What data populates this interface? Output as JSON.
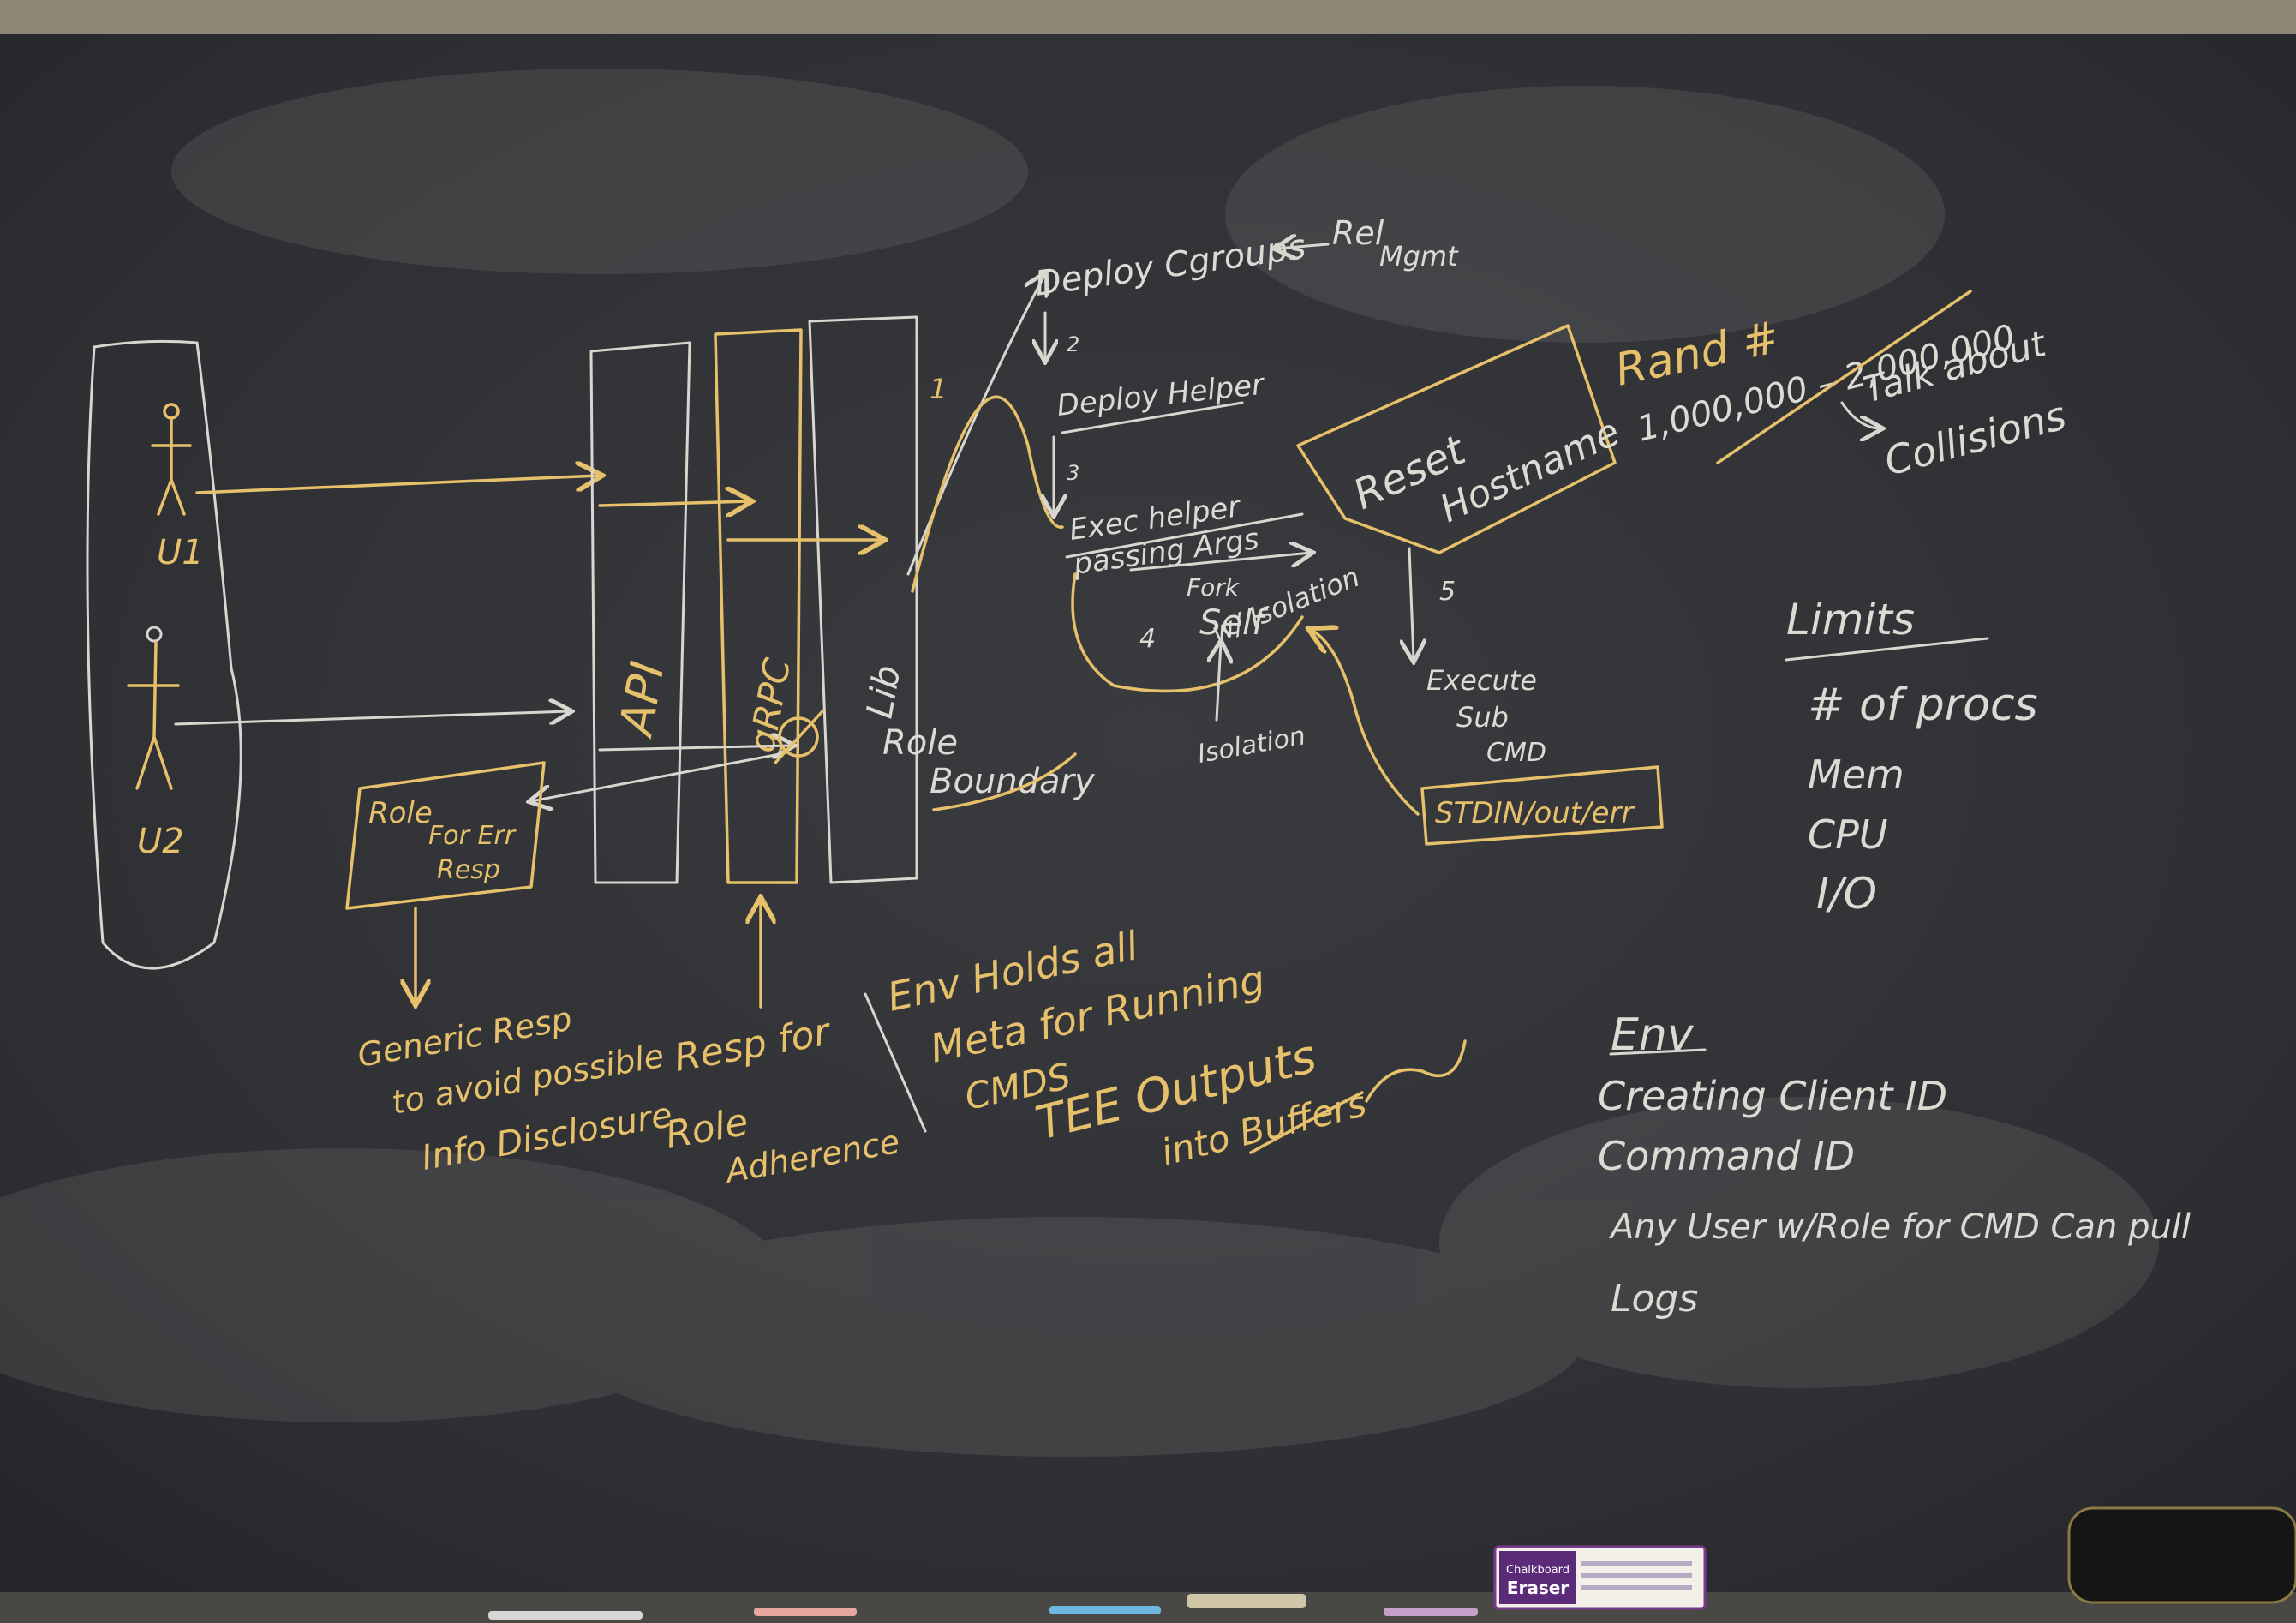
{
  "board": {
    "users": [
      "U1",
      "U2"
    ],
    "columns": [
      "API",
      "gRPC",
      "Lib"
    ],
    "role_box": [
      "Role",
      "For Err",
      "Resp"
    ],
    "generic_resp": [
      "Generic Resp",
      "to avoid possible",
      "Info Disclosure"
    ],
    "resp_for": [
      "Resp for",
      "Role",
      "Adherence"
    ],
    "role_boundary": [
      "Role",
      "Boundary"
    ],
    "env_holds": [
      "Env Holds all",
      "Meta for Running",
      "CMDS"
    ],
    "tee_outputs": [
      "TEE Outputs",
      "into Buffers"
    ],
    "flow": {
      "deploy_cgroups": "Deploy Cgroups",
      "rel_mgmt": [
        "Rel",
        "Mgmt"
      ],
      "deploy_helper": "Deploy Helper",
      "exec_helper": [
        "Exec helper",
        "passing Args"
      ],
      "fork_self": [
        "Fork",
        "Self"
      ],
      "isolation": "w/ Isolation",
      "isolation_label": "Isolation",
      "reset_hostname": [
        "Reset",
        "Hostname"
      ],
      "execute_sub": [
        "Execute",
        "Sub",
        "CMD"
      ],
      "stdio": "STDIN/out/err",
      "step_numbers": [
        "1",
        "2",
        "3",
        "4",
        "5"
      ]
    },
    "rand": {
      "title": "Rand #",
      "range": "1,000,000 – 2,000,000",
      "note": [
        "Talk about",
        "Collisions"
      ]
    },
    "limits": {
      "title": "Limits",
      "items": [
        "# of procs",
        "Mem",
        "CPU",
        "I/O"
      ]
    },
    "env": {
      "title": "Env",
      "items": [
        "Creating Client ID",
        "Command ID",
        "Any User w/Role for CMD Can pull",
        "Logs"
      ]
    },
    "eraser": {
      "line1": "Chalkboard",
      "line2": "Eraser"
    }
  }
}
